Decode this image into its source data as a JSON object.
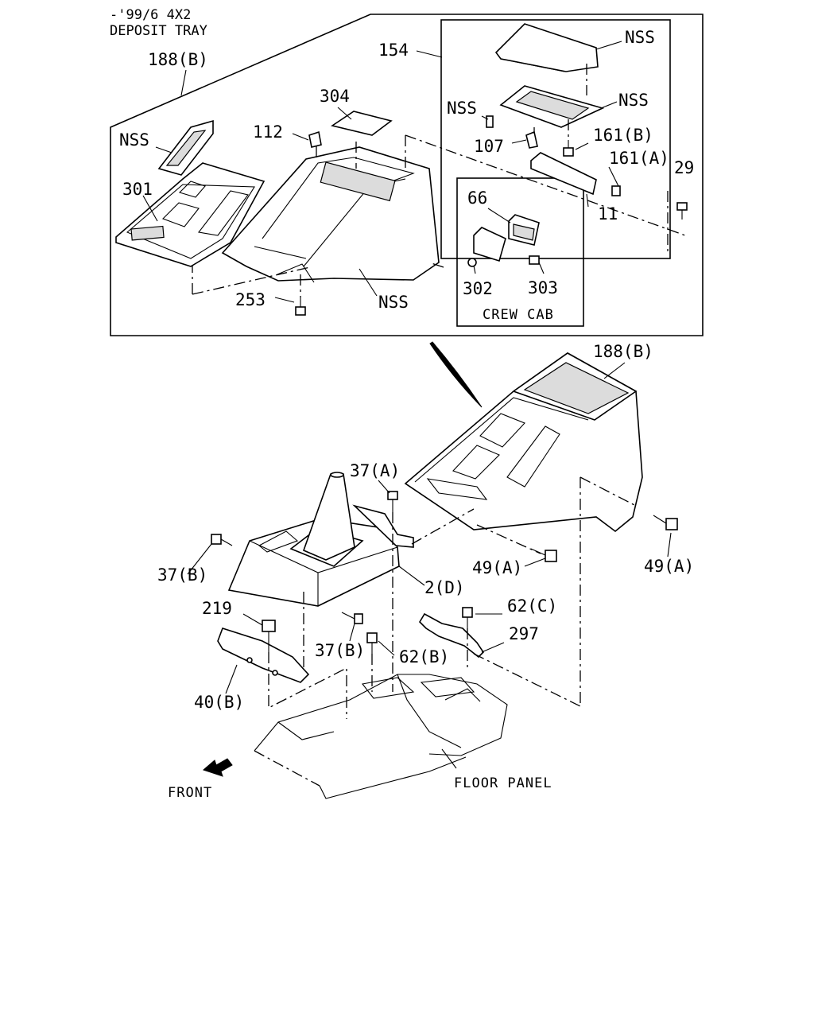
{
  "header": {
    "line1": "-'99/6 4X2",
    "line2": "DEPOSIT TRAY"
  },
  "labels": {
    "p188b_top": "188(B)",
    "p154": "154",
    "nss_lid": "NSS",
    "nss_tray": "NSS",
    "nss_screw": "NSS",
    "p107": "107",
    "p161b": "161(B)",
    "p161a": "161(A)",
    "p29": "29",
    "p11": "11",
    "p304": "304",
    "p112": "112",
    "nss_insert": "NSS",
    "p301": "301",
    "p253": "253",
    "nss_body": "NSS",
    "p66": "66",
    "p302": "302",
    "p303": "303",
    "crew_cab": "CREW CAB",
    "p188b_main": "188(B)",
    "p37a": "37(A)",
    "p37b_left": "37(B)",
    "p37b_low": "37(B)",
    "p2d": "2(D)",
    "p49a_left": "49(A)",
    "p49a_right": "49(A)",
    "p219": "219",
    "p62c": "62(C)",
    "p297": "297",
    "p62b": "62(B)",
    "p40b": "40(B)",
    "front": "FRONT",
    "floor_panel": "FLOOR PANEL"
  },
  "icons": {
    "front_arrow": "arrow-left-down-icon",
    "screw": "screw-icon",
    "clip": "clip-icon"
  }
}
